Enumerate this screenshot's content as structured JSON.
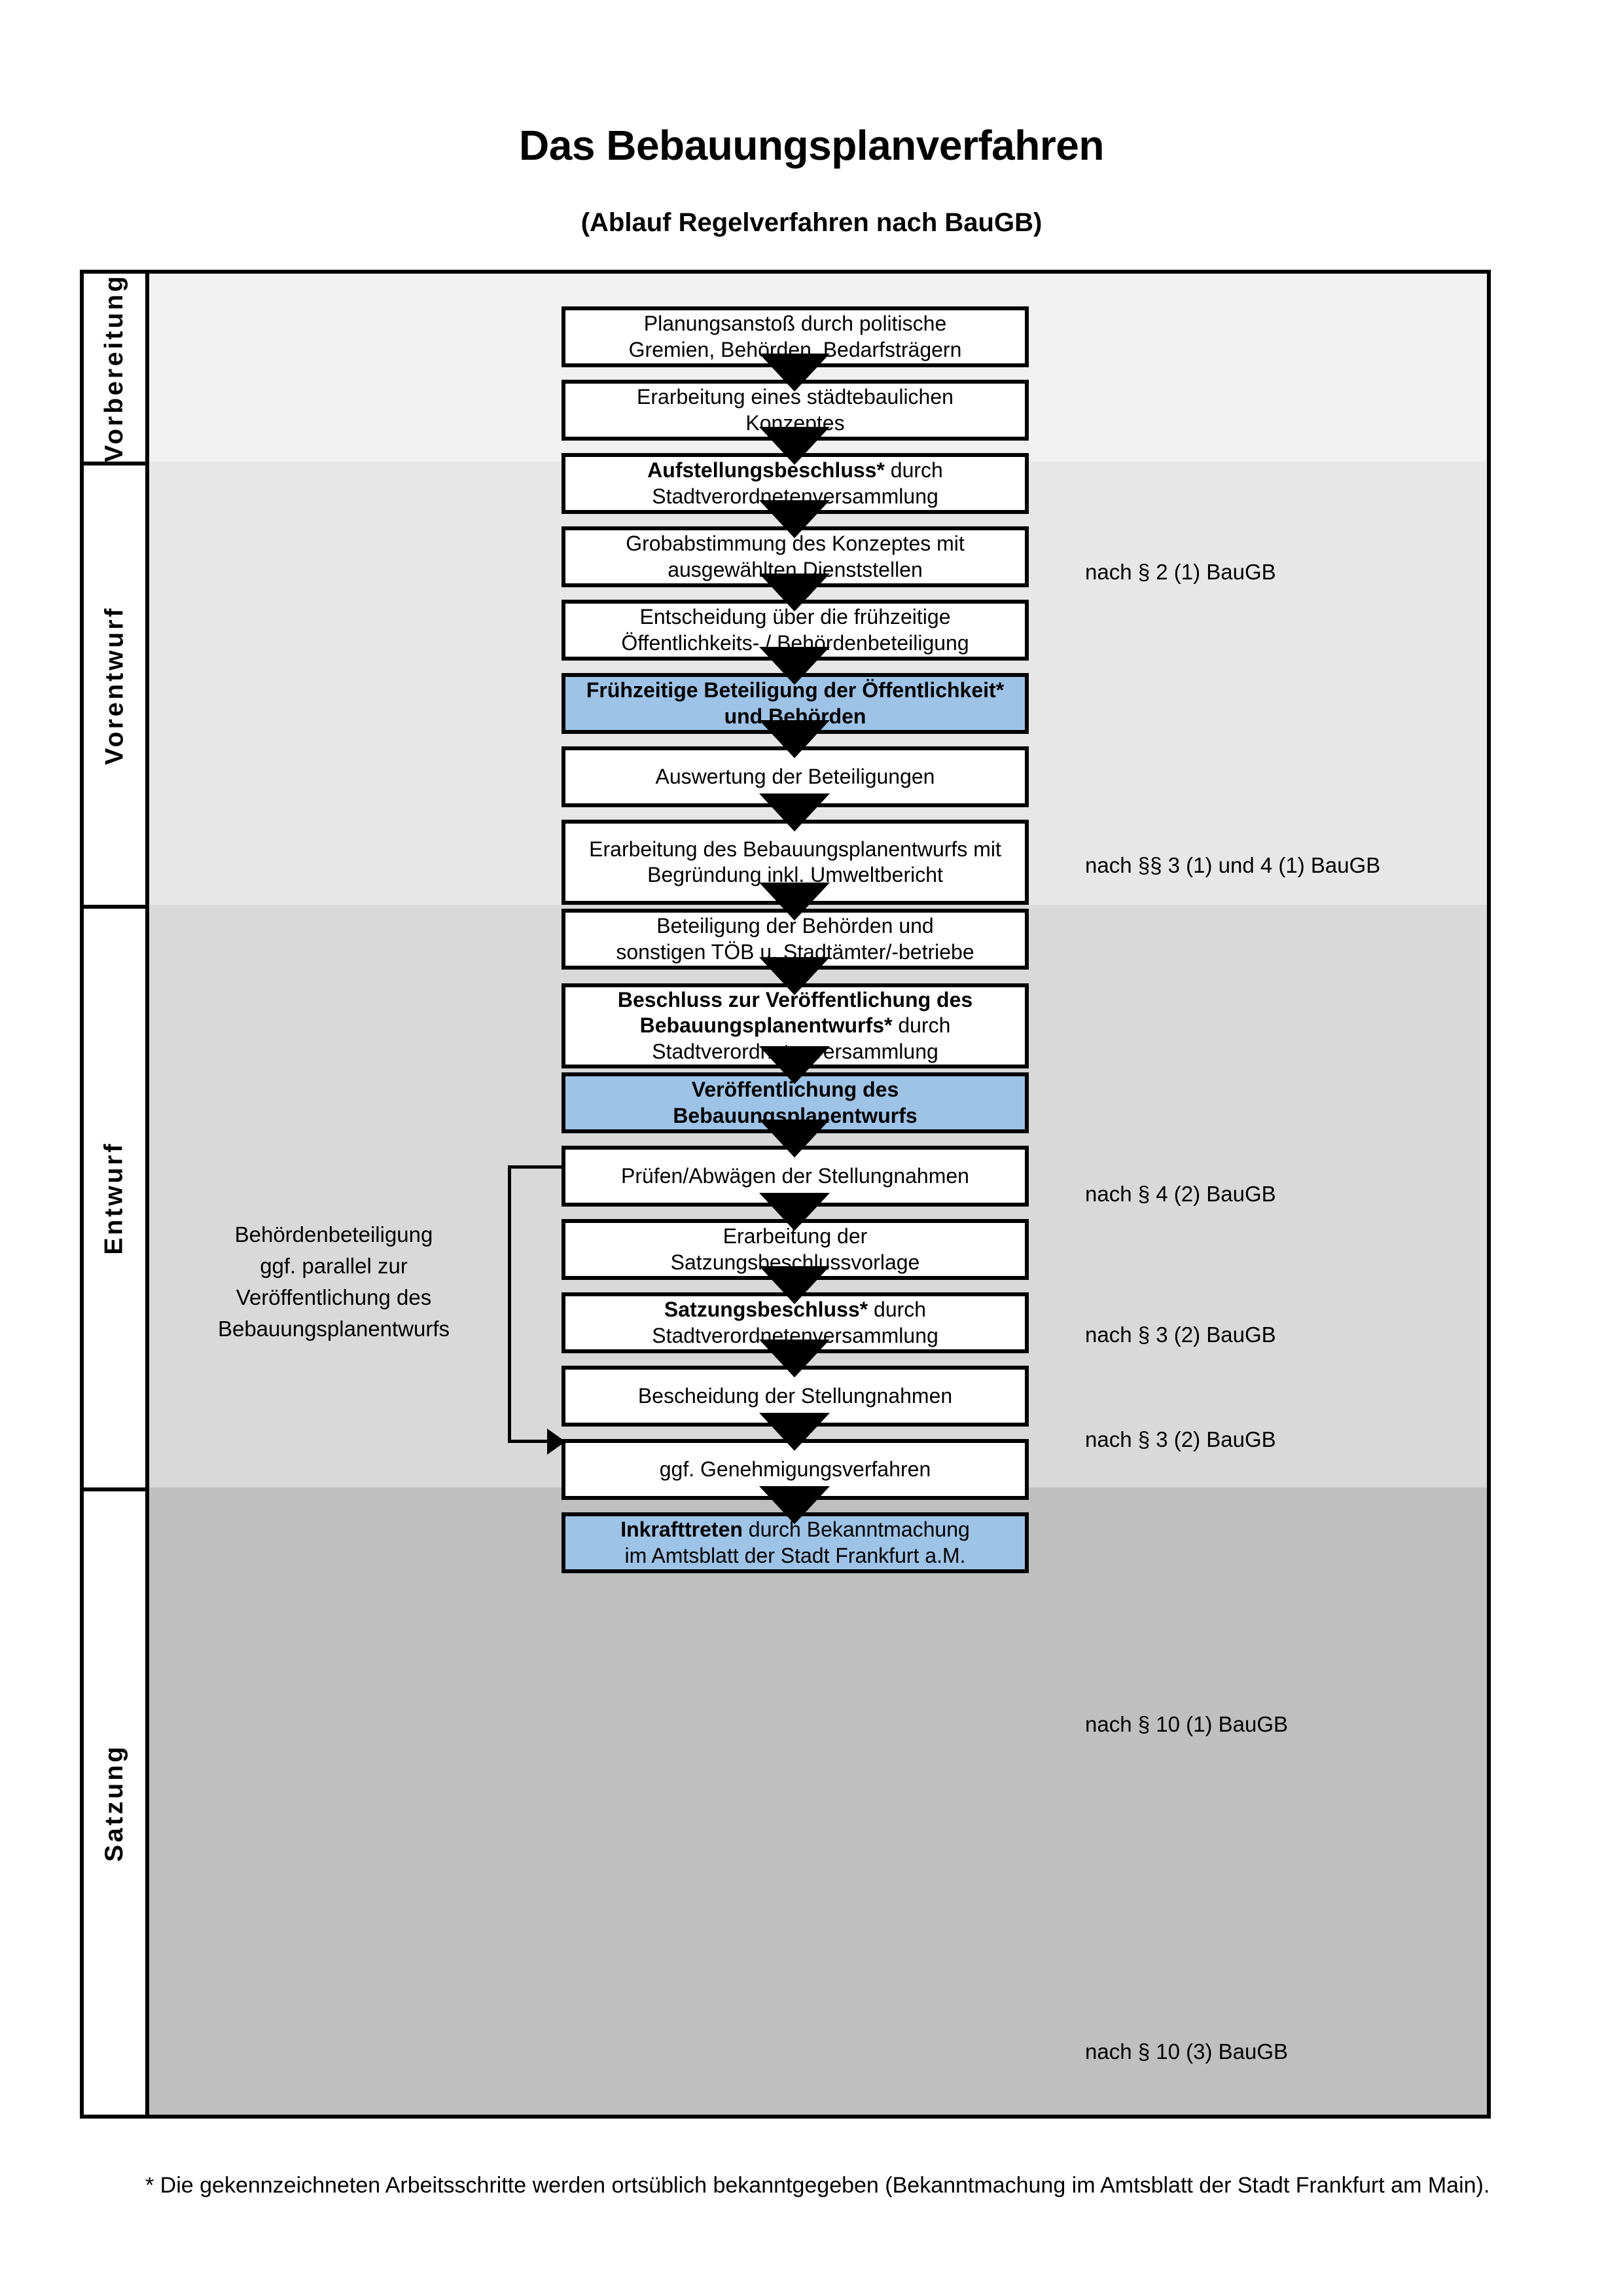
{
  "header": {
    "title": "Das Bebauungsplanverfahren",
    "subtitle": "(Ablauf Regelverfahren nach BauGB)"
  },
  "colors": {
    "highlight_box": "#9dc3e6",
    "band_vorbereitung": "#f1f1f1",
    "band_vorentwurf": "#e7e7e7",
    "band_entwurf": "#d9d9d9",
    "band_satzung": "#bfbfbf",
    "border": "#000000"
  },
  "phases": [
    {
      "label": "Vorbereitung"
    },
    {
      "label": "Vorentwurf"
    },
    {
      "label": "Entwurf"
    },
    {
      "label": "Satzung"
    }
  ],
  "steps": [
    {
      "id": "planungsanstoss",
      "line1": "Planungsanstoß durch politische",
      "line2": "Gremien, Behörden, Bedarfsträgern",
      "bold": "",
      "highlight": false
    },
    {
      "id": "konzept",
      "line1": "Erarbeitung eines städtebaulichen",
      "line2": "Konzeptes",
      "bold": "",
      "highlight": false
    },
    {
      "id": "aufstellungsbeschluss",
      "bold": "Aufstellungsbeschluss*",
      "line1": " durch",
      "line2": "Stadtverordnetenversammlung",
      "highlight": false
    },
    {
      "id": "grobabstimmung",
      "line1": "Grobabstimmung des Konzeptes mit",
      "line2": "ausgewählten Dienststellen",
      "bold": "",
      "highlight": false
    },
    {
      "id": "entscheidung-fruehzeitig",
      "line1": "Entscheidung über die frühzeitige",
      "line2": "Öffentlichkeits- / Behördenbeteiligung",
      "bold": "",
      "highlight": false
    },
    {
      "id": "fruehzeitige-beteiligung",
      "bold": "Frühzeitige Beteiligung der Öffentlichkeit* und Behörden",
      "line1": "",
      "line2": "",
      "highlight": true
    },
    {
      "id": "auswertung",
      "line1": "Auswertung der Beteiligungen",
      "line2": "",
      "bold": "",
      "highlight": false
    },
    {
      "id": "erarbeitung-entwurf",
      "line1": "Erarbeitung des Bebauungsplanentwurfs mit",
      "line2": "Begründung inkl. Umweltbericht",
      "bold": "",
      "highlight": false
    },
    {
      "id": "beteiligung-behoerden",
      "line1": "Beteiligung der Behörden und",
      "line2": "sonstigen TÖB u. Stadtämter/-betriebe",
      "bold": "",
      "highlight": false
    },
    {
      "id": "beschluss-veroeffentlichung",
      "bold": "Beschluss zur Veröffentlichung des Bebauungsplanentwurfs*",
      "line1": " durch",
      "line2": "Stadtverordnetenversammlung",
      "highlight": false
    },
    {
      "id": "veroeffentlichung",
      "bold": "Veröffentlichung des Bebauungsplanentwurfs",
      "line1": "",
      "line2": "",
      "highlight": true
    },
    {
      "id": "pruefen-abwaegen",
      "line1": "Prüfen/Abwägen der Stellungnahmen",
      "line2": "",
      "bold": "",
      "highlight": false
    },
    {
      "id": "satzungsbeschlussvorlage",
      "line1": "Erarbeitung der",
      "line2": "Satzungsbeschlussvorlage",
      "bold": "",
      "highlight": false
    },
    {
      "id": "satzungsbeschluss",
      "bold": "Satzungsbeschluss*",
      "line1": " durch",
      "line2": "Stadtverordnetenversammlung",
      "highlight": false
    },
    {
      "id": "bescheidung",
      "line1": "Bescheidung der Stellungnahmen",
      "line2": "",
      "bold": "",
      "highlight": false
    },
    {
      "id": "genehmigungsverfahren",
      "line1": "ggf. Genehmigungsverfahren",
      "line2": "",
      "bold": "",
      "highlight": false
    },
    {
      "id": "inkrafttreten",
      "bold": "Inkrafttreten",
      "line1": " durch Bekanntmachung",
      "line2": "im Amtsblatt der Stadt Frankfurt a.M.",
      "highlight": true
    }
  ],
  "legal_refs": [
    {
      "id": "ref-2-1",
      "text": "nach § 2 (1) BauGB"
    },
    {
      "id": "ref-3-1-4-1",
      "text": "nach §§ 3 (1) und 4 (1) BauGB"
    },
    {
      "id": "ref-4-2",
      "text": "nach § 4 (2) BauGB"
    },
    {
      "id": "ref-3-2-a",
      "text": "nach § 3 (2) BauGB"
    },
    {
      "id": "ref-3-2-b",
      "text": "nach § 3 (2) BauGB"
    },
    {
      "id": "ref-10-1",
      "text": "nach § 10 (1) BauGB"
    },
    {
      "id": "ref-10-3",
      "text": "nach § 10 (3) BauGB"
    }
  ],
  "sidenote": {
    "l1": "Behördenbeteiligung",
    "l2": "ggf. parallel zur",
    "l3": "Veröffentlichung des",
    "l4": "Bebauungsplanentwurfs"
  },
  "footnote": {
    "text": "* Die gekennzeichneten Arbeitsschritte werden ortsüblich bekanntgegeben (Bekanntmachung im Amtsblatt  der Stadt Frankfurt am Main)."
  }
}
